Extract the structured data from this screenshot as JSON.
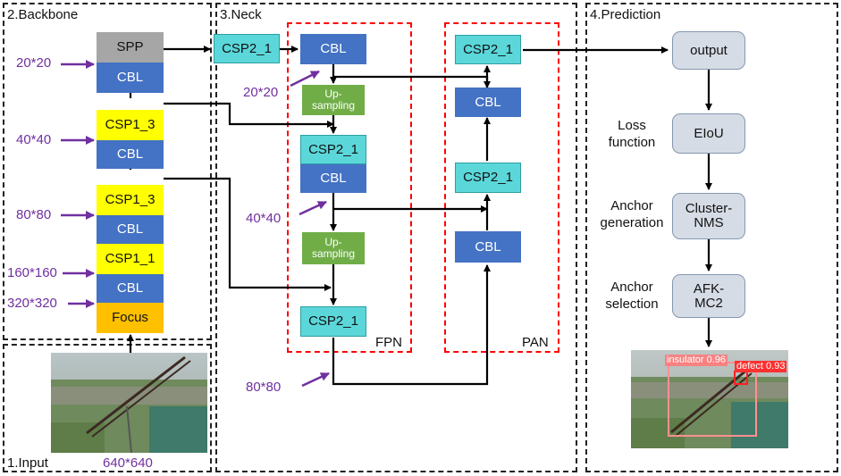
{
  "sections": {
    "backbone": "2.Backbone",
    "neck": "3.Neck",
    "prediction": "4.Prediction",
    "input": "1.Input"
  },
  "backbone": {
    "spp": "SPP",
    "cbl1": "CBL",
    "csp13a": "CSP1_3",
    "cbl2": "CBL",
    "csp13b": "CSP1_3",
    "cbl3": "CBL",
    "csp11": "CSP1_1",
    "cbl4": "CBL",
    "focus": "Focus"
  },
  "scales": {
    "s20": "20*20",
    "s40": "40*40",
    "s80": "80*80",
    "s160": "160*160",
    "s320": "320*320",
    "input": "640*640",
    "neck20": "20*20",
    "neck40": "40*40",
    "neck80": "80*80"
  },
  "neck": {
    "csp21_in": "CSP2_1",
    "fpn_cbl1": "CBL",
    "up1": "Up-\nsampling",
    "fpn_csp21": "CSP2_1",
    "fpn_cbl2": "CBL",
    "up2": "Up-\nsampling",
    "fpn_csp21_b": "CSP2_1",
    "fpn_label": "FPN",
    "pan_csp21_top": "CSP2_1",
    "pan_cbl1": "CBL",
    "pan_csp21_mid": "CSP2_1",
    "pan_cbl2": "CBL",
    "pan_label": "PAN"
  },
  "prediction": {
    "output": "output",
    "loss_label": "Loss\nfunction",
    "eiou": "EIoU",
    "anchor_gen_label": "Anchor\ngeneration",
    "cluster_nms": "Cluster-\nNMS",
    "anchor_sel_label": "Anchor\nselection",
    "afk": "AFK-\nMC2",
    "det_insulator": "insulator  0.96",
    "det_defect": "defect  0.93"
  },
  "colors": {
    "cbl": "#4472c4",
    "spp": "#a6a6a6",
    "csp1": "#ffff00",
    "focus": "#ffc000",
    "csp2": "#5bd7da",
    "upsample": "#70ad47",
    "pred": "#d6dce5",
    "scale_text": "#7030a0",
    "dash_red": "#ff0000"
  }
}
